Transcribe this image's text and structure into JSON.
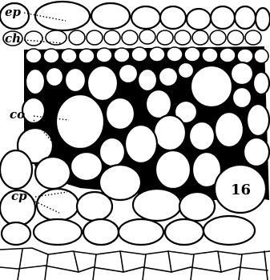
{
  "labels": {
    "epidermis": "ep",
    "chlorenchyma": "ch",
    "collenchyma": "co",
    "cortical_parenchyma": "cp"
  },
  "figure_number": "16",
  "colors": {
    "ink": "#000000",
    "paper": "#ffffff"
  }
}
